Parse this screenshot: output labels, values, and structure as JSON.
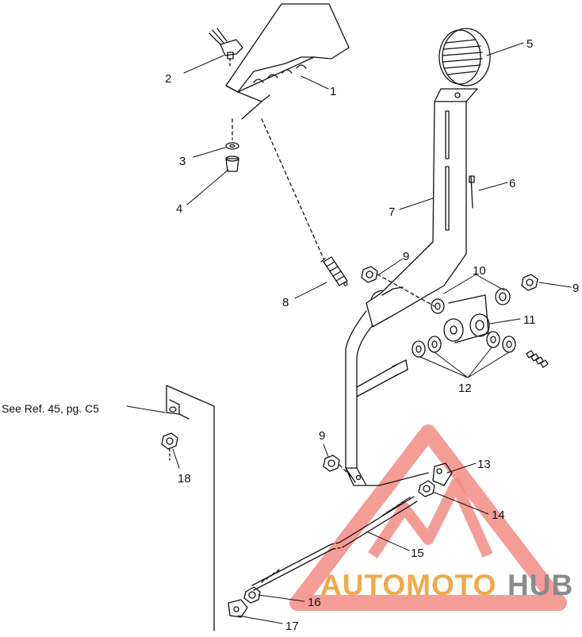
{
  "callouts": [
    {
      "id": "1",
      "label": "1"
    },
    {
      "id": "2",
      "label": "2"
    },
    {
      "id": "3",
      "label": "3"
    },
    {
      "id": "4",
      "label": "4"
    },
    {
      "id": "5",
      "label": "5"
    },
    {
      "id": "6",
      "label": "6"
    },
    {
      "id": "7",
      "label": "7"
    },
    {
      "id": "8",
      "label": "8"
    },
    {
      "id": "9a",
      "label": "9"
    },
    {
      "id": "9b",
      "label": "9"
    },
    {
      "id": "9c",
      "label": "9"
    },
    {
      "id": "10",
      "label": "10"
    },
    {
      "id": "11",
      "label": "11"
    },
    {
      "id": "12",
      "label": "12"
    },
    {
      "id": "13",
      "label": "13"
    },
    {
      "id": "14",
      "label": "14"
    },
    {
      "id": "15",
      "label": "15"
    },
    {
      "id": "16",
      "label": "16"
    },
    {
      "id": "17",
      "label": "17"
    },
    {
      "id": "18",
      "label": "18"
    }
  ],
  "reference_note": "See Ref. 45, pg. C5",
  "watermark": {
    "part1": "AUTOMOTO",
    "part2": "HUB",
    "color1": "#f0a94a",
    "color2": "#8a8a8a",
    "triangle_color": "#f28b84"
  },
  "colors": {
    "ink": "#111111",
    "background": "#ffffff"
  }
}
